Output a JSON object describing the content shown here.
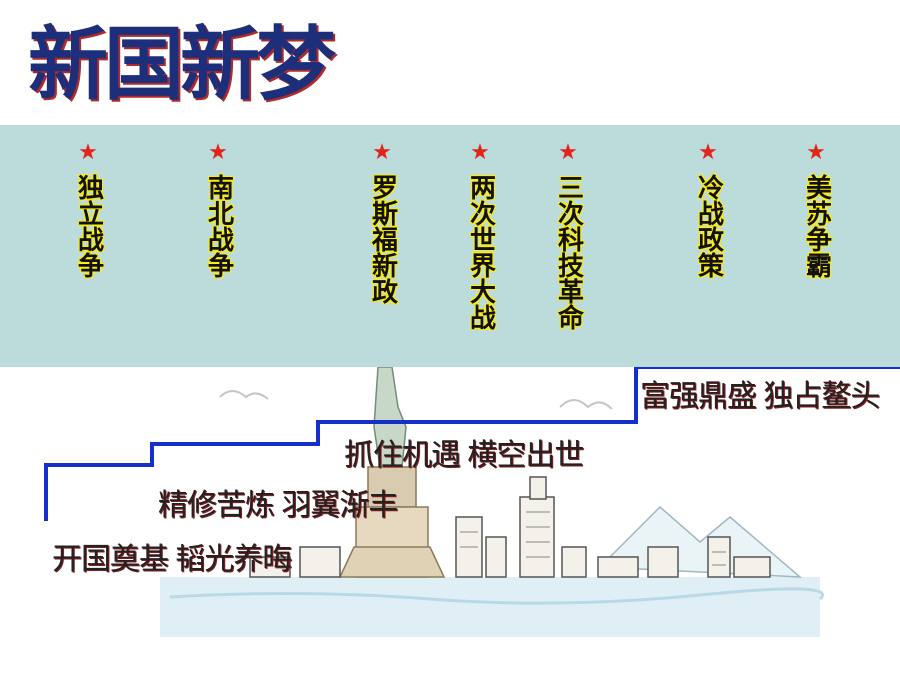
{
  "title": "新国新梦",
  "colors": {
    "band": "#bcdcdc",
    "star": "#e0251b",
    "stair_line": "#1530c8",
    "title_fill": "#1d2f7a"
  },
  "icons": [
    "star-icon",
    "statue-of-liberty-illustration",
    "city-skyline-illustration"
  ],
  "events": [
    {
      "star": "★",
      "label": "独立战争"
    },
    {
      "star": "★",
      "label": "南北战争"
    },
    {
      "star": "★",
      "label": "罗斯福新政"
    },
    {
      "star": "★",
      "label": "两次世界大战"
    },
    {
      "star": "★",
      "label": "三次科技革命"
    },
    {
      "star": "★",
      "label": "冷战政策"
    },
    {
      "star": "★",
      "label": "美苏争霸"
    }
  ],
  "stages": [
    "开国奠基  韬光养晦",
    "精修苦炼  羽翼渐丰",
    "抓住机遇  横空出世",
    "富强鼎盛  独占鳌头"
  ]
}
